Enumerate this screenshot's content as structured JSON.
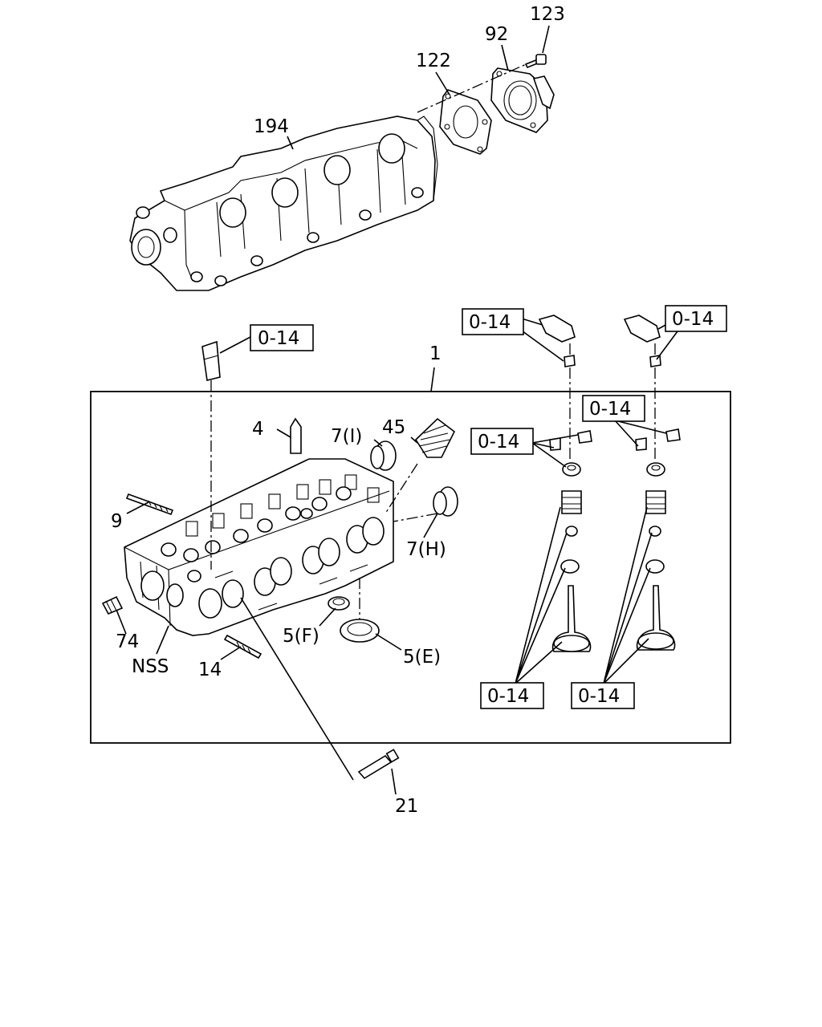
{
  "callouts": {
    "p123": "123",
    "p92": "92",
    "p122": "122",
    "p194": "194",
    "p1": "1",
    "p4": "4",
    "p7i": "7(I)",
    "p45": "45",
    "p9": "9",
    "p7h": "7(H)",
    "p74": "74",
    "nss": "NSS",
    "p14": "14",
    "p5f": "5(F)",
    "p5e": "5(E)",
    "p21": "21"
  },
  "ref_boxes": {
    "r1": "0-14",
    "r2": "0-14",
    "r3": "0-14",
    "r4": "0-14",
    "r5": "0-14",
    "r6": "0-14",
    "r7": "0-14"
  }
}
